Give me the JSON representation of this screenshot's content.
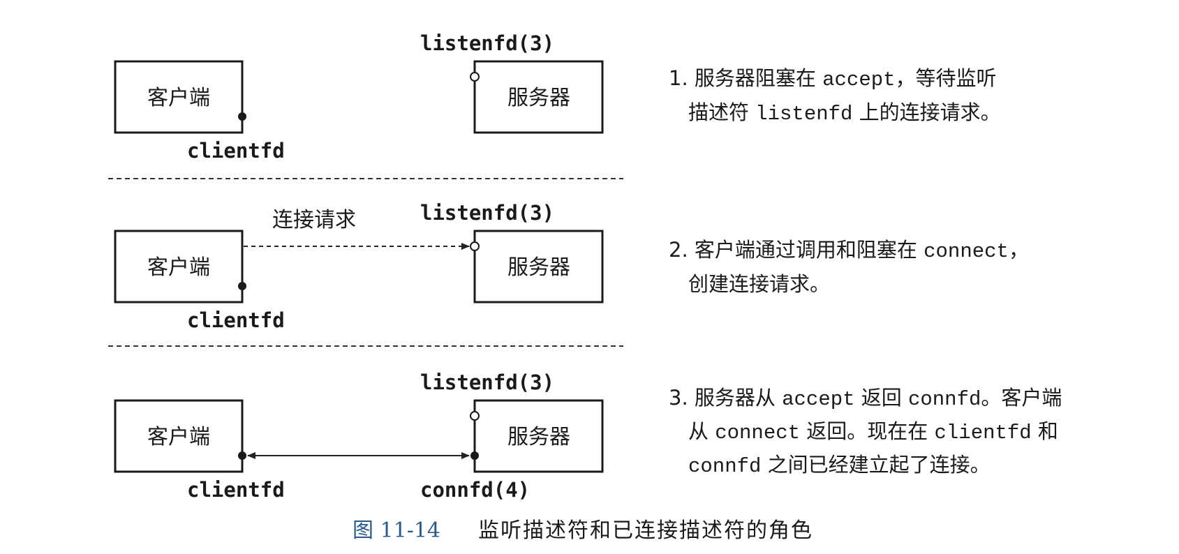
{
  "panels": [
    {
      "client_label": "客户端",
      "server_label": "服务器",
      "client_fd": "clientfd",
      "listen_fd": "listenfd(3)",
      "description": {
        "line1": [
          {
            "t": "1. 服务器阻塞在 ",
            "code": false
          },
          {
            "t": "accept",
            "code": true
          },
          {
            "t": "，等待监听",
            "code": false
          }
        ],
        "line2": [
          {
            "t": "描述符 ",
            "code": false
          },
          {
            "t": "listenfd",
            "code": true
          },
          {
            "t": " 上的连接请求。",
            "code": false
          }
        ]
      }
    },
    {
      "client_label": "客户端",
      "server_label": "服务器",
      "client_fd": "clientfd",
      "listen_fd": "listenfd(3)",
      "arrow_label": "连接请求",
      "description": {
        "line1": [
          {
            "t": "2. 客户端通过调用和阻塞在 ",
            "code": false
          },
          {
            "t": "connect",
            "code": true
          },
          {
            "t": "，",
            "code": false
          }
        ],
        "line2": [
          {
            "t": "创建连接请求。",
            "code": false
          }
        ]
      }
    },
    {
      "client_label": "客户端",
      "server_label": "服务器",
      "client_fd": "clientfd",
      "listen_fd": "listenfd(3)",
      "conn_fd": "connfd(4)",
      "description": {
        "line1": [
          {
            "t": "3. 服务器从 ",
            "code": false
          },
          {
            "t": "accept",
            "code": true
          },
          {
            "t": " 返回 ",
            "code": false
          },
          {
            "t": "connfd",
            "code": true
          },
          {
            "t": "。客户端",
            "code": false
          }
        ],
        "line2": [
          {
            "t": "从 ",
            "code": false
          },
          {
            "t": "connect",
            "code": true
          },
          {
            "t": " 返回。现在在 ",
            "code": false
          },
          {
            "t": "clientfd",
            "code": true
          },
          {
            "t": " 和",
            "code": false
          }
        ],
        "line3": [
          {
            "t": "connfd",
            "code": true
          },
          {
            "t": " 之间已经建立起了连接。",
            "code": false
          }
        ]
      }
    }
  ],
  "caption": {
    "number": "图 11-14",
    "title": "监听描述符和已连接描述符的角色"
  }
}
